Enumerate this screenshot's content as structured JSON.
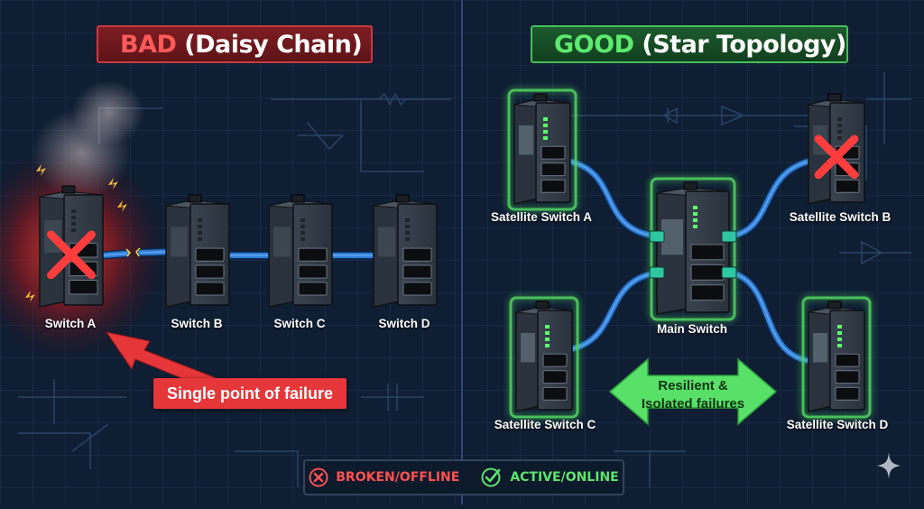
{
  "left_panel": {
    "title_icon": "red-x-icon",
    "title_word": "BAD",
    "title_rest": "(Daisy Chain)",
    "switches": [
      {
        "label": "Switch A",
        "status": "broken"
      },
      {
        "label": "Switch B",
        "status": "offline"
      },
      {
        "label": "Switch C",
        "status": "offline"
      },
      {
        "label": "Switch D",
        "status": "offline"
      }
    ],
    "callout": "Single point of failure"
  },
  "right_panel": {
    "title_icon": "green-check-icon",
    "title_word": "GOOD",
    "title_rest": "(Star Topology)",
    "main_switch": {
      "label": "Main Switch",
      "status": "active"
    },
    "satellites": [
      {
        "label": "Satellite Switch A",
        "status": "active"
      },
      {
        "label": "Satellite Switch B",
        "status": "broken"
      },
      {
        "label": "Satellite Switch C",
        "status": "active"
      },
      {
        "label": "Satellite Switch D",
        "status": "active"
      }
    ],
    "arrow_text_line1": "Resilient &",
    "arrow_text_line2": "Isolated failures"
  },
  "legend": {
    "broken_label": "BROKEN/OFFLINE",
    "active_label": "ACTIVE/ONLINE",
    "broken_icon": "x-circle-icon",
    "active_icon": "check-circle-icon"
  },
  "colors": {
    "background": "#0f1e33",
    "bad": "#e5363a",
    "good": "#4fd15f",
    "cable": "#2f7fd8"
  }
}
